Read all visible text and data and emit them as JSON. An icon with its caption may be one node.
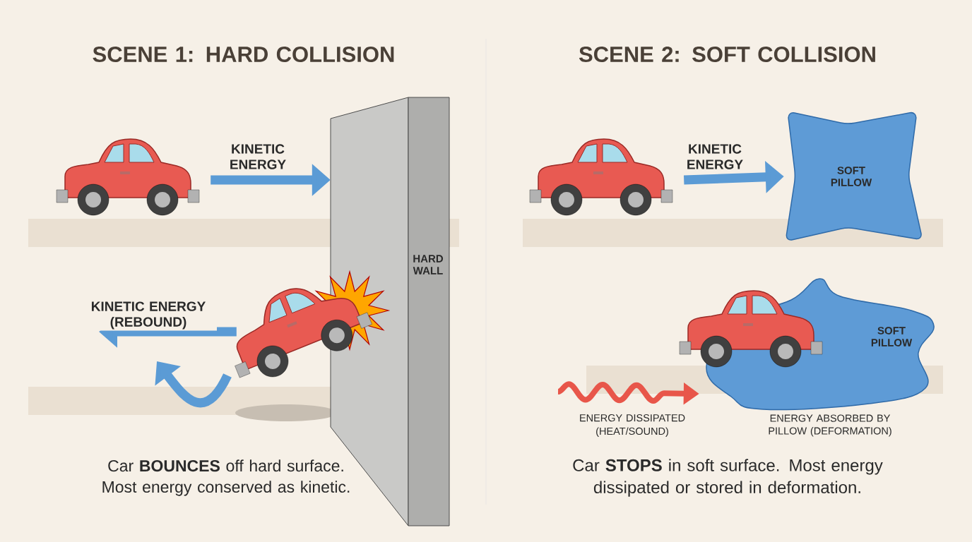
{
  "diagram": {
    "nodes": [
      {
        "text": [],
        "shape": "picture"
      },
      {
        "text": [
          "HARD WALL"
        ]
      },
      {
        "text": [],
        "shape": "picture"
      },
      {
        "text": [],
        "shape": "picture"
      },
      {
        "text": [
          "SOFT PILLOW"
        ]
      },
      {
        "text": [
          "SOFT PILLOW"
        ],
        "beside": [
          "ENERGY ABSORBED BY PILLOW (DEFORMATION)"
        ]
      },
      {
        "text": [],
        "shape": "picture"
      }
    ],
    "edges": [
      {
        "from": 0,
        "to": 1,
        "arrow": "to",
        "label": "KINETIC ENERGY"
      },
      {
        "from": 2,
        "to": null,
        "arrow": "to",
        "label": "KINETIC ENERGY (REBOUND)"
      },
      {
        "from": 3,
        "to": 4,
        "arrow": "to",
        "label": "KINETIC ENERGY"
      },
      {
        "from": null,
        "to": 5,
        "arrow": "to",
        "color": "#e8564a"
      }
    ],
    "labels": [
      "SCENE 1: HARD COLLISION",
      "SCENE 2: SOFT COLLISION",
      "ENERGY DISSIPATED (HEAT/SOUND)",
      "Car **BOUNCES** off hard surface. Most energy conserved as kinetic.",
      "Car **STOPS** in soft surface. Most energy dissipated or stored in deformation."
    ]
  }
}
